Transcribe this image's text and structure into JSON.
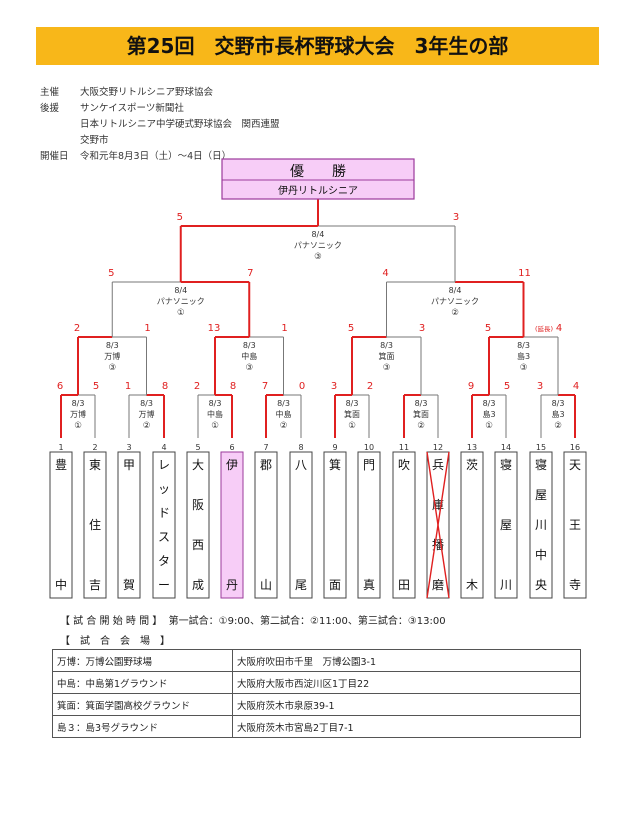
{
  "title": "第25回　交野市長杯野球大会　3年生の部",
  "meta": [
    {
      "label": "主催",
      "value": "大阪交野リトルシニア野球協会"
    },
    {
      "label": "後援",
      "value": "サンケイスポーツ新聞社"
    },
    {
      "label": "",
      "value": "日本リトルシニア中学硬式野球協会　関西連盟"
    },
    {
      "label": "",
      "value": "交野市"
    },
    {
      "label": "開催日",
      "value": "令和元年8月3日（土）～4日（日）"
    }
  ],
  "champion": {
    "label": "優　　勝",
    "team": "伊丹リトルシニア"
  },
  "teams": [
    {
      "num": "1",
      "chars": [
        "豊",
        "中"
      ]
    },
    {
      "num": "2",
      "chars": [
        "東",
        "住",
        "吉"
      ]
    },
    {
      "num": "3",
      "chars": [
        "甲",
        "賀"
      ]
    },
    {
      "num": "4",
      "chars": [
        "レ",
        "ッ",
        "ド",
        "ス",
        "タ",
        "ー"
      ]
    },
    {
      "num": "5",
      "chars": [
        "大",
        "阪",
        "西",
        "成"
      ]
    },
    {
      "num": "6",
      "chars": [
        "伊",
        "丹"
      ]
    },
    {
      "num": "7",
      "chars": [
        "郡",
        "山"
      ]
    },
    {
      "num": "8",
      "chars": [
        "八",
        "尾"
      ]
    },
    {
      "num": "9",
      "chars": [
        "箕",
        "面"
      ]
    },
    {
      "num": "10",
      "chars": [
        "門",
        "真"
      ]
    },
    {
      "num": "11",
      "chars": [
        "吹",
        "田"
      ]
    },
    {
      "num": "12",
      "chars": [
        "兵",
        "庫",
        "播",
        "磨"
      ]
    },
    {
      "num": "13",
      "chars": [
        "茨",
        "木"
      ]
    },
    {
      "num": "14",
      "chars": [
        "寝",
        "屋",
        "川"
      ]
    },
    {
      "num": "15",
      "chars": [
        "寝",
        "屋",
        "川",
        "中",
        "央"
      ]
    },
    {
      "num": "16",
      "chars": [
        "天",
        "王",
        "寺"
      ]
    }
  ],
  "matches": [
    {
      "info": [
        "8/3",
        "万博",
        "①"
      ],
      "scores": [
        "6",
        "5"
      ]
    },
    {
      "info": [
        "8/3",
        "万博",
        "②"
      ],
      "scores": [
        "1",
        "8"
      ]
    },
    {
      "info": [
        "8/3",
        "中島",
        "①"
      ],
      "scores": [
        "2",
        "8"
      ]
    },
    {
      "info": [
        "8/3",
        "中島",
        "②"
      ],
      "scores": [
        "7",
        "0"
      ]
    },
    {
      "info": [
        "8/3",
        "箕面",
        "①"
      ],
      "scores": [
        "3",
        "2"
      ]
    },
    {
      "info": [
        "8/3",
        "箕面",
        "②"
      ],
      "scores": [
        "",
        ""
      ]
    },
    {
      "info": [
        "8/3",
        "島3",
        "①"
      ],
      "scores": [
        "9",
        "5"
      ]
    },
    {
      "info": [
        "8/3",
        "島3",
        "②"
      ],
      "scores": [
        "3",
        "4"
      ]
    },
    {
      "info": [
        "8/3",
        "万博",
        "③"
      ],
      "scores": [
        "2",
        "1"
      ]
    },
    {
      "info": [
        "8/3",
        "中島",
        "③"
      ],
      "scores": [
        "13",
        "1"
      ]
    },
    {
      "info": [
        "8/3",
        "箕面",
        "③"
      ],
      "scores": [
        "5",
        "3"
      ]
    },
    {
      "info": [
        "8/3",
        "島3",
        "③"
      ],
      "scores": [
        "5",
        "4"
      ],
      "note": "(延長)"
    },
    {
      "info": [
        "8/4",
        "パナソニック",
        "①"
      ],
      "scores": [
        "5",
        "7"
      ]
    },
    {
      "info": [
        "8/4",
        "パナソニック",
        "②"
      ],
      "scores": [
        "4",
        "11"
      ]
    },
    {
      "info": [
        "8/4",
        "パナソニック",
        "③"
      ],
      "scores": [
        "5",
        "3"
      ]
    }
  ],
  "start_times": {
    "label": "【 試 合 開 始 時 間 】",
    "value": "第一試合：①9:00、第二試合：②11:00、第三試合：③13:00"
  },
  "venue_title": "【　試　合　会　場　】",
  "venues": [
    {
      "name": "万博：万博公園野球場",
      "address": "大阪府吹田市千里　万博公園3-1"
    },
    {
      "name": "中島：中島第1グラウンド",
      "address": "大阪府大阪市西淀川区1丁目22"
    },
    {
      "name": "箕面：箕面学園高校グラウンド",
      "address": "大阪府茨木市泉原39-1"
    },
    {
      "name": "島３：島3号グラウンド",
      "address": "大阪府茨木市宮島2丁目7-1"
    }
  ],
  "colors": {
    "title_bg": "#f8b719",
    "win_line": "#e02020",
    "lose_line": "#777777",
    "champion_fill": "#f7cdf7",
    "champion_border": "#9b3a9b",
    "score_text": "#e02020",
    "forfeit_cross": "#e02020"
  }
}
